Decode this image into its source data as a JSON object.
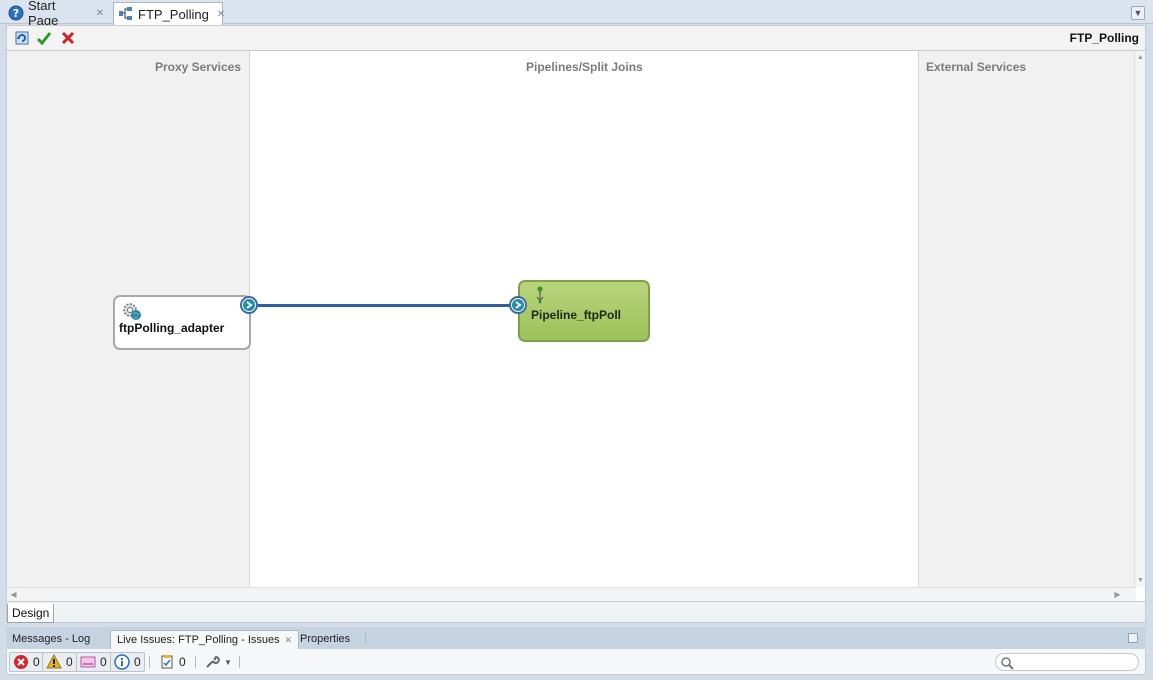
{
  "editor_tabs": [
    {
      "label": "Start Page",
      "icon": "help-icon",
      "active": false
    },
    {
      "label": "FTP_Polling",
      "icon": "composite-icon",
      "active": true
    }
  ],
  "toolbar": {
    "title": "FTP_Polling",
    "buttons": [
      "refresh-icon",
      "validate-check-icon",
      "delete-x-icon"
    ]
  },
  "canvas": {
    "lanes": {
      "proxy": "Proxy Services",
      "pipelines": "Pipelines/Split Joins",
      "external": "External Services"
    },
    "proxy_node": {
      "label": "ftpPolling_adapter",
      "icon": "gear-globe-icon"
    },
    "pipeline_node": {
      "label": "Pipeline_ftpPoll",
      "icon": "pipeline-icon"
    }
  },
  "design_tab": {
    "label": "Design"
  },
  "dock": {
    "tabs": [
      {
        "label": "Messages - Log",
        "active": false
      },
      {
        "label": "Live Issues: FTP_Polling - Issues",
        "active": true
      },
      {
        "label": "Properties",
        "active": false
      }
    ],
    "filters": [
      {
        "icon": "error-icon",
        "count": "0"
      },
      {
        "icon": "warning-icon",
        "count": "0"
      },
      {
        "icon": "incomplete-icon",
        "count": "0"
      },
      {
        "icon": "info-icon",
        "count": "0"
      }
    ],
    "tasks": {
      "icon": "task-icon",
      "count": "0"
    },
    "search_placeholder": ""
  },
  "colors": {
    "pipeline_fill": "#9ec25a",
    "connector": "#2f5fa3",
    "error": "#d3272b",
    "warning": "#e3b420"
  }
}
